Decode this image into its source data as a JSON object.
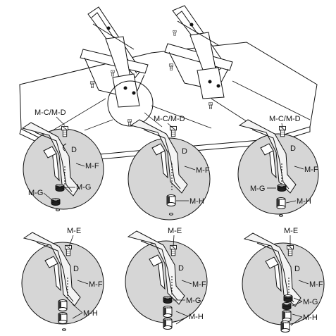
{
  "labels": {
    "screw_cd": "M-C/M-D",
    "screw_e": "M-E",
    "bracket": "M-F",
    "washer": "M-G",
    "spacer": "M-H",
    "wrench": "D"
  },
  "colors": {
    "magnifier_fill": "#d6d6d6",
    "line": "#111111",
    "background": "#ffffff"
  }
}
